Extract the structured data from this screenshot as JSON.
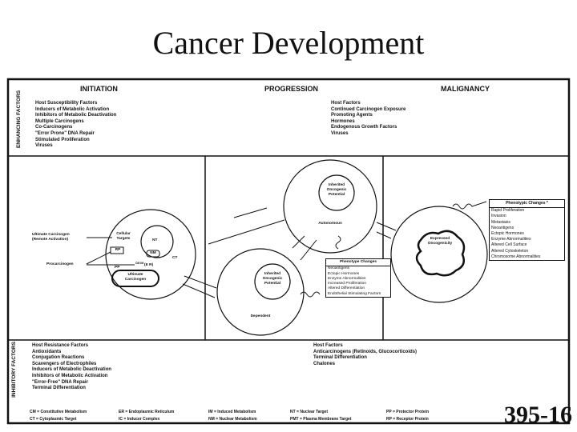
{
  "title": "Cancer Development",
  "slide_number": "395-16",
  "stages": [
    "INITIATION",
    "PROGRESSION",
    "MALIGNANCY"
  ],
  "enhancing": {
    "label": "ENHANCING FACTORS",
    "initiation": [
      "Host Susceptibility Factors",
      "Inducers of Metabolic Activation",
      "Inhibitors of Metabolic Deactivation",
      "Multiple Carcinogens",
      "Co-Carcinogens",
      "\"Error Prone\" DNA Repair",
      "Stimulated Proliferation",
      "Viruses"
    ],
    "progression": [
      "Host Factors",
      "Continued Carcinogen Exposure",
      "Promoting Agents",
      "Hormones",
      "Endogenous Growth Factors",
      "Viruses"
    ]
  },
  "inhibitory": {
    "label": "INHIBITORY FACTORS",
    "initiation": [
      "Host Resistance Factors",
      "Antioxidants",
      "Conjugation Reactions",
      "Scavengers of Electrophiles",
      "Inducers of Metabolic Deactivation",
      "Inhibitors of Metabolic Activation",
      "\"Error-Free\" DNA Repair",
      "Terminal Differentiation"
    ],
    "progression": [
      "Host Factors",
      "Anticarcinogens (Retinoids, Glucocorticoids)",
      "Terminal Differentiation",
      "Chalones"
    ]
  },
  "initiation_cell": {
    "ultimate_remote": "Ultimate Carcinogen (Remote Activation)",
    "cellular_targets": "Cellular Targets",
    "procarcinogen": "Procarcinogen",
    "rp": "RP",
    "nt": "NT",
    "nm": "NM",
    "ct": "CT",
    "pp": "PP",
    "er": "(E R)",
    "cm_im": "CM IM",
    "ultimate_carcinogen": "Ultimate Carcinogen"
  },
  "progression_cells": {
    "inherited": "Inherited Oncogenic Potential",
    "autonomous": "Autonomous",
    "dependent": "Dependent"
  },
  "phenotype_changes_box": {
    "title": "Phenotype Changes",
    "items": [
      "Neoantigens",
      "Ectopic Hormones",
      "Enzyme Abnormalities",
      "Increased Proliferation",
      "Altered Differentiation",
      "Endothelial Stimulating Factors"
    ]
  },
  "malignancy_cell": {
    "label": "Expressed Oncogenicity"
  },
  "phenotypic_changes_box": {
    "title": "Phenotypic Changes *",
    "items": [
      "Rapid Proliferation",
      "Invasion",
      "Metastasis",
      "Neoantigens",
      "Ectopic Hormones",
      "Enzyme Abnormalities",
      "Altered Cell Surface",
      "Altered Cytoskeleton",
      "Chromosome Abnormalities"
    ]
  },
  "legend": [
    [
      "CM = Constitutive Metabolism",
      "ER = Endoplasmic Reticulum",
      "IM = Induced Metabolism",
      "NT = Nuclear Target",
      "PP = Protector Protein"
    ],
    [
      "CT = Cytoplasmic Target",
      "IC = Inducer Complex",
      "NM = Nuclear Metabolism",
      "PMT = Plasma Membrane Target",
      "RP = Receptor Protein"
    ]
  ]
}
